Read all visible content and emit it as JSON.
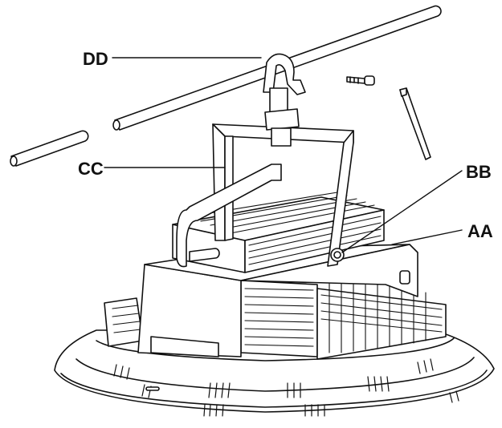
{
  "diagram": {
    "labels": {
      "dd": "DD",
      "cc": "CC",
      "bb": "BB",
      "aa": "AA"
    },
    "colors": {
      "line": "#111111",
      "fill": "#ffffff",
      "fin": "#ffffff"
    }
  }
}
